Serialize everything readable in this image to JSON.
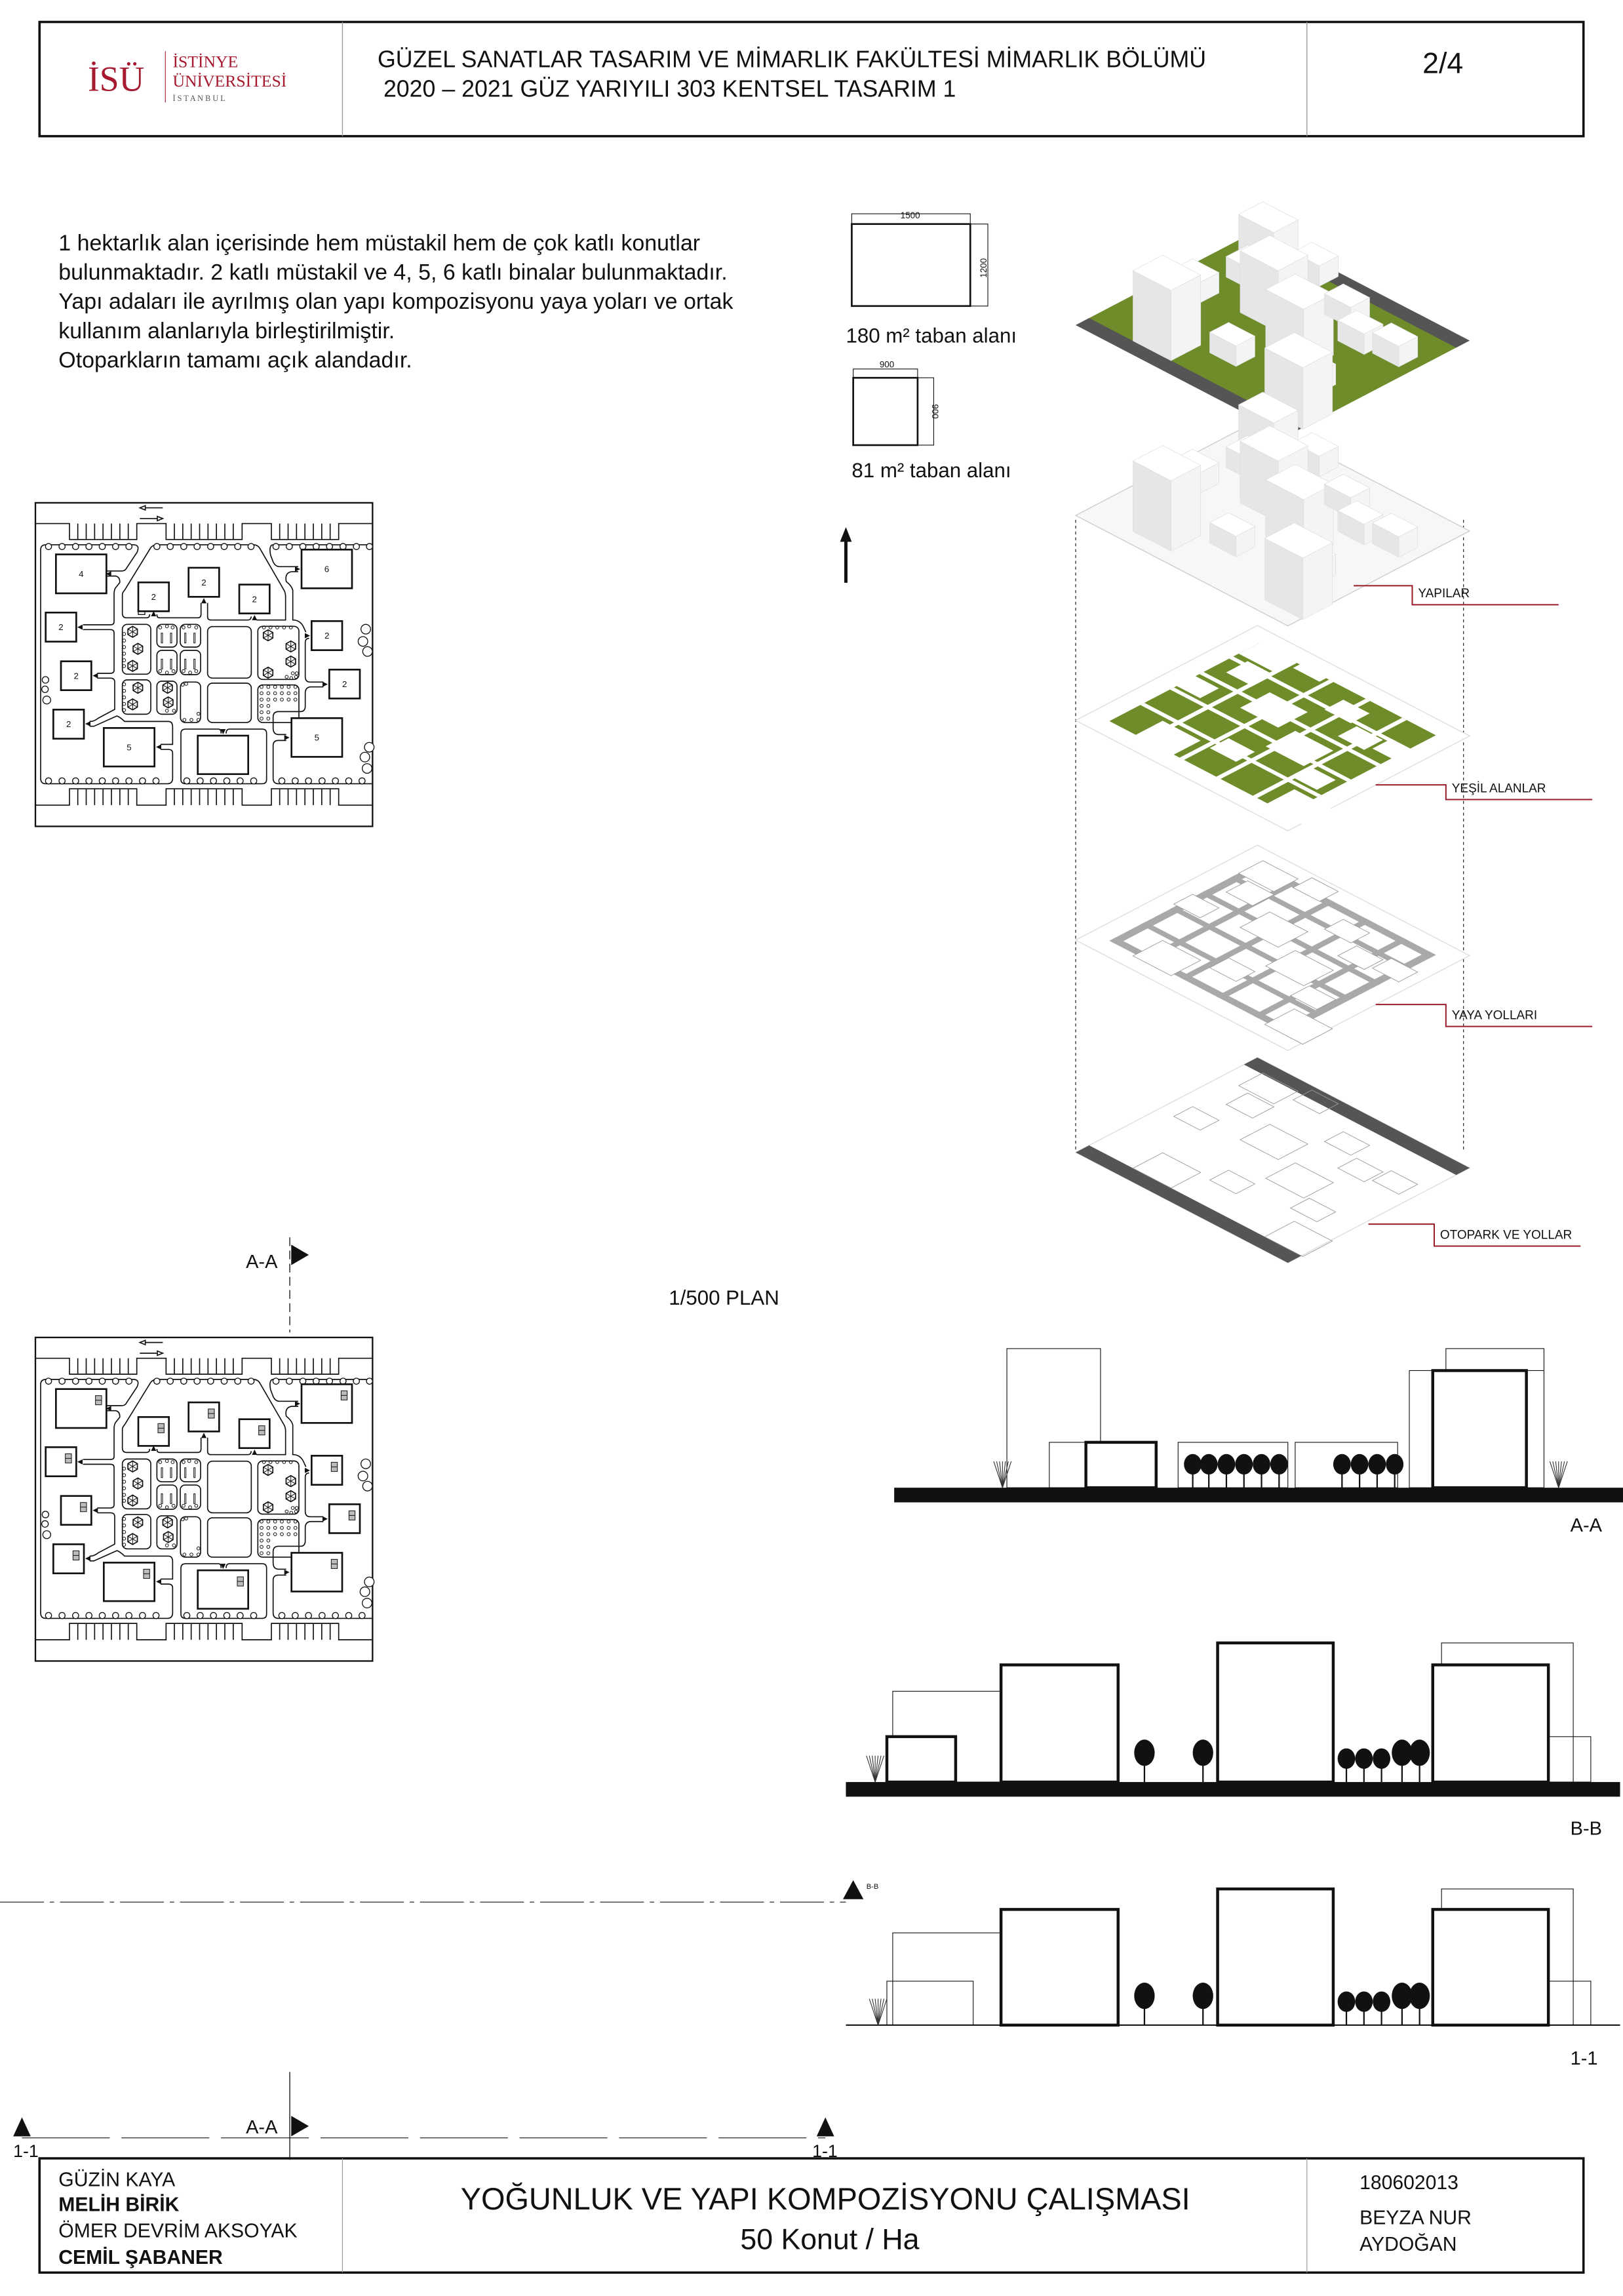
{
  "header": {
    "logo_mark": "İSÜ",
    "logo_name1": "İSTİNYE",
    "logo_name2": "ÜNİVERSİTESİ",
    "logo_city": "İ S T A N B U L",
    "line1": "GÜZEL SANATLAR TASARIM VE MİMARLIK FAKÜLTESİ MİMARLIK BÖLÜMÜ",
    "line2": "2020 – 2021 GÜZ YARIYILI 303 KENTSEL TASARIM 1",
    "page": "2/4"
  },
  "intro": {
    "lines": [
      "1 hektarlık alan içerisinde hem müstakil hem de çok katlı konutlar",
      "bulunmaktadır. 2 katlı müstakil ve 4, 5, 6 katlı binalar bulunmaktadır.",
      "Yapı adaları ile ayrılmış olan  yapı kompozisyonu yaya yoları ve ortak",
      "kullanım alanlarıyla birleştirilmiştir.",
      "Otoparkların tamamı açık alandadır."
    ]
  },
  "footprints": [
    {
      "width": "1500",
      "depth": "1200",
      "label": "180 m² taban alanı"
    },
    {
      "width": "900",
      "depth": "900",
      "label": "81 m² taban alanı"
    }
  ],
  "plan": {
    "building_labels": [
      "4",
      "2",
      "2",
      "2",
      "6",
      "2",
      "2",
      "2",
      "5",
      "2",
      "2",
      "5"
    ],
    "section_label": "A-A",
    "scale_label": "1/500 PLAN"
  },
  "plan2": {
    "section_label": "A-A",
    "cut_left": "1-1",
    "cut_right": "1-1",
    "bb_label": "B-B"
  },
  "layers": [
    "YAPILAR",
    "YEŞİL ALANLAR",
    "YAYA YOLLARI",
    "OTOPARK VE YOLLAR"
  ],
  "sections": [
    "A-A",
    "B-B",
    "1-1"
  ],
  "footer": {
    "instructors": [
      "GÜZİN KAYA",
      "MELİH BİRİK",
      "ÖMER DEVRİM AKSOYAK",
      "CEMİL ŞABANER"
    ],
    "title": "YOĞUNLUK VE YAPI KOMPOZİSYONU ÇALIŞMASI",
    "subtitle": "50 Konut / Ha",
    "student_id": "180602013",
    "student_name1": "BEYZA NUR",
    "student_name2": "AYDOĞAN"
  },
  "colors": {
    "brand": "#a6192e",
    "green": "#6f8c2b",
    "asphalt": "#555555",
    "path": "#a9a9a9",
    "leader": "#9b1b2b"
  }
}
